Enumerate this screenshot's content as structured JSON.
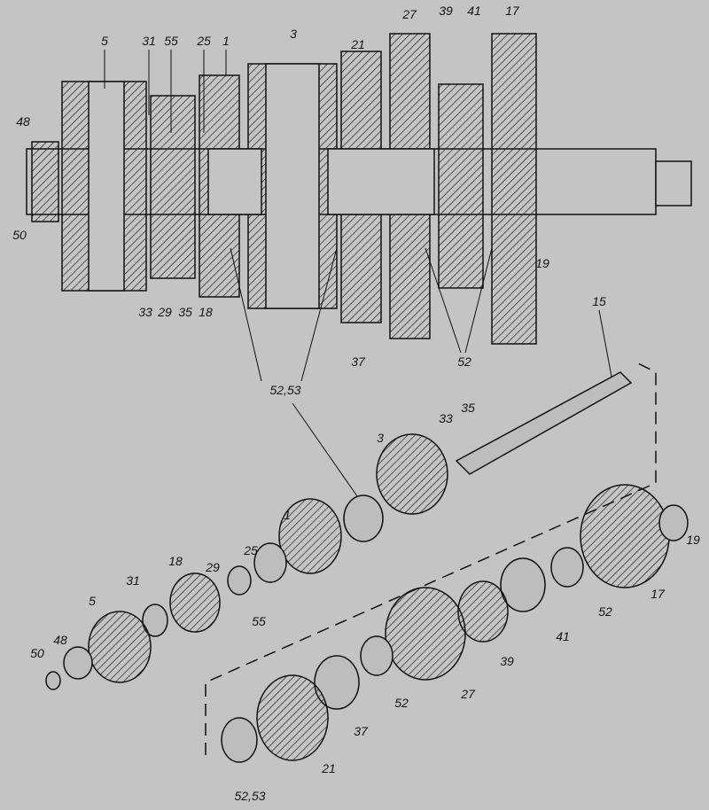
{
  "section_labels": [
    "5",
    "31",
    "55",
    "25",
    "1",
    "3",
    "21",
    "27",
    "39",
    "41",
    "17",
    "48",
    "50",
    "33",
    "29",
    "35",
    "18",
    "19",
    "15",
    "37",
    "52",
    "52,53"
  ],
  "exploded_labels": [
    "35",
    "33",
    "3",
    "1",
    "25",
    "29",
    "18",
    "31",
    "5",
    "55",
    "48",
    "50",
    "19",
    "17",
    "52",
    "41",
    "39",
    "27",
    "52",
    "37",
    "21",
    "52,53"
  ]
}
